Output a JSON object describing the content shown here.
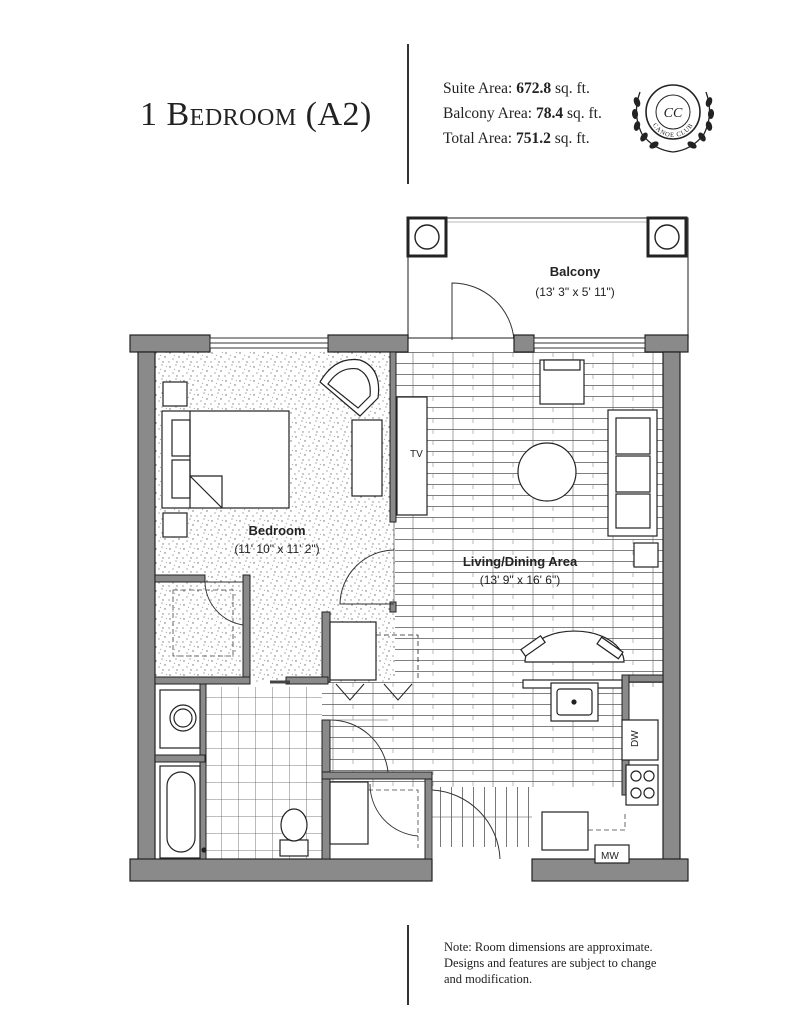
{
  "header": {
    "title": "1 Bedroom (A2)",
    "areas": [
      {
        "label": "Suite Area:",
        "value": "672.8",
        "unit": "sq. ft."
      },
      {
        "label": "Balcony Area:",
        "value": "78.4",
        "unit": "sq. ft."
      },
      {
        "label": "Total Area:",
        "value": "751.2",
        "unit": "sq. ft."
      }
    ]
  },
  "logo": {
    "monogram": "CC",
    "text": "CANOE CLUB"
  },
  "rooms": {
    "balcony": {
      "name": "Balcony",
      "dims": "(13' 3\" x 5' 11\")"
    },
    "bedroom": {
      "name": "Bedroom",
      "dims": "(11' 10\" x 11' 2\")"
    },
    "living": {
      "name": "Living/Dining Area",
      "dims": "(13' 9\" x 16' 6\")"
    }
  },
  "fixtures": {
    "tv": "TV",
    "dw": "DW",
    "mw": "MW"
  },
  "note": {
    "lines": [
      "Note: Room dimensions are approximate.",
      "Designs and features are subject to change",
      "and modification."
    ]
  }
}
